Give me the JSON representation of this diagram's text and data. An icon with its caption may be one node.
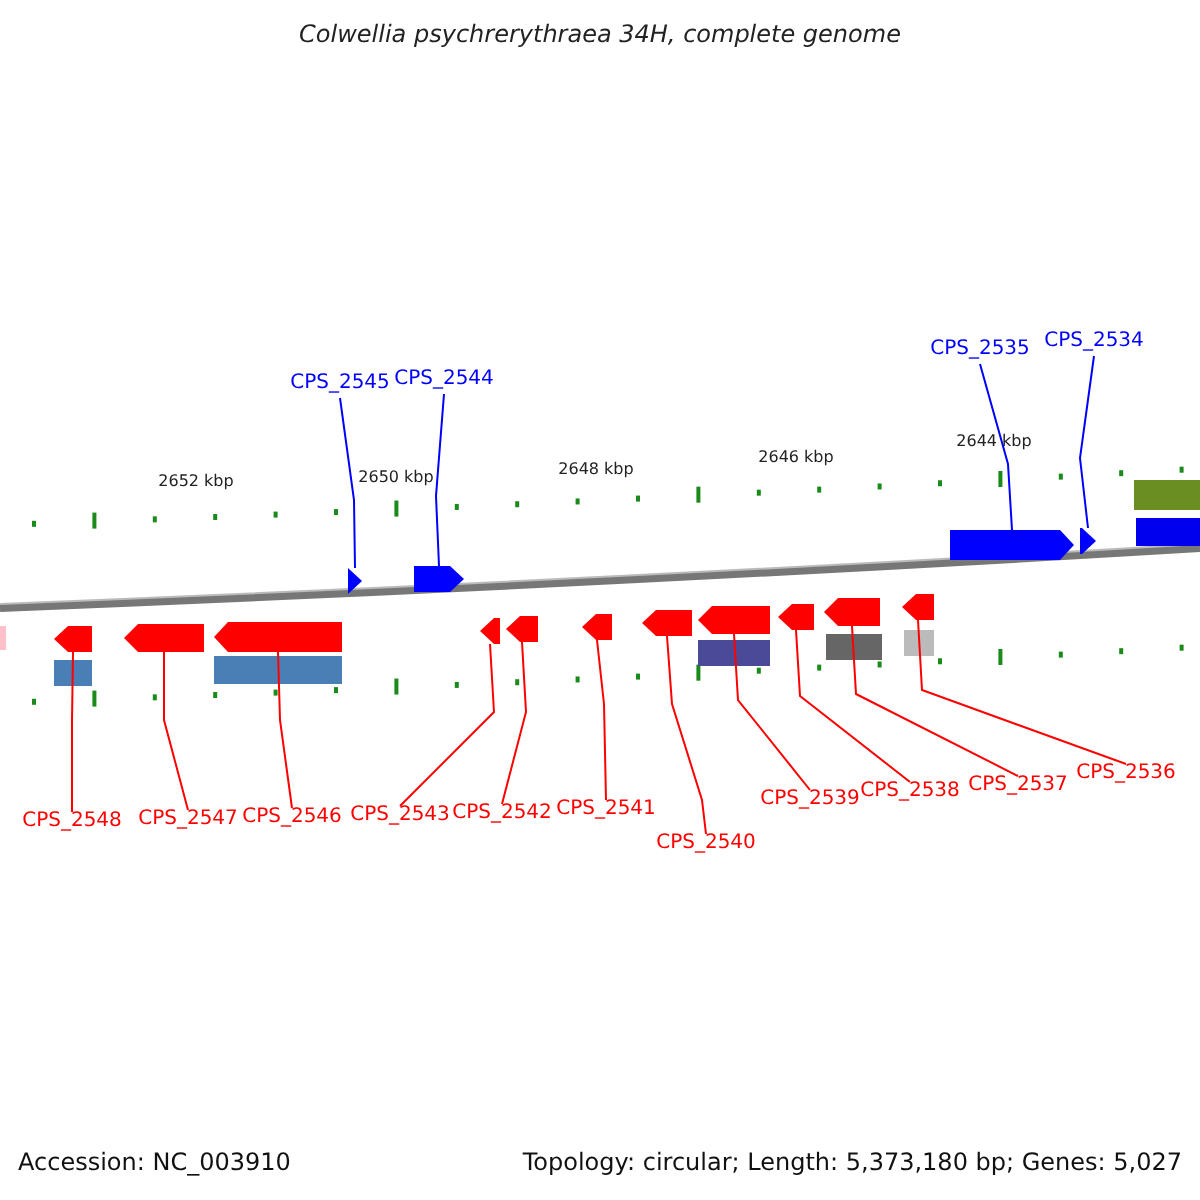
{
  "diagram": {
    "title": "Colwellia psychrerythraea 34H, complete genome",
    "nodes": [
      {
        "text": [
          "CPS_2545"
        ]
      },
      {
        "text": [
          "CPS_2544"
        ]
      },
      {
        "text": [
          "CPS_2535"
        ]
      },
      {
        "text": [
          "CPS_2534"
        ]
      },
      {
        "text": [
          "CPS_2548"
        ]
      },
      {
        "text": [
          "CPS_2547"
        ]
      },
      {
        "text": [
          "CPS_2546"
        ]
      },
      {
        "text": [
          "CPS_2543"
        ]
      },
      {
        "text": [
          "CPS_2542"
        ]
      },
      {
        "text": [
          "CPS_2541"
        ]
      },
      {
        "text": [
          "CPS_2540"
        ]
      },
      {
        "text": [
          "CPS_2539"
        ]
      },
      {
        "text": [
          "CPS_2538"
        ]
      },
      {
        "text": [
          "CPS_2537"
        ]
      },
      {
        "text": [
          "CPS_2536"
        ]
      },
      {
        "text": [],
        "shape": "arrow"
      },
      {
        "text": [],
        "shape": "arrow"
      },
      {
        "text": [],
        "shape": "arrow"
      },
      {
        "text": [],
        "shape": "arrow"
      },
      {
        "text": [],
        "shape": "arrow"
      },
      {
        "text": [],
        "shape": "arrow"
      },
      {
        "text": [],
        "shape": "arrow"
      },
      {
        "text": [],
        "shape": "arrow"
      },
      {
        "text": [],
        "shape": "arrow"
      },
      {
        "text": [],
        "shape": "arrow"
      },
      {
        "text": [],
        "shape": "arrow"
      },
      {
        "text": [],
        "shape": "arrow"
      },
      {
        "text": [],
        "shape": "arrow"
      },
      {
        "text": [],
        "shape": "arrow"
      },
      {
        "text": [],
        "shape": "arrow"
      }
    ],
    "edges": [
      {
        "from": 0,
        "to": 15,
        "arrow": "none",
        "color": "#0000ff"
      },
      {
        "from": 1,
        "to": 16,
        "arrow": "none",
        "color": "#0000ff"
      },
      {
        "from": 2,
        "to": 17,
        "arrow": "none",
        "color": "#0000ff"
      },
      {
        "from": 3,
        "to": 18,
        "arrow": "none",
        "color": "#0000ff"
      },
      {
        "from": 4,
        "to": 19,
        "arrow": "none"
      },
      {
        "from": 5,
        "to": 20,
        "arrow": "none"
      },
      {
        "from": 6,
        "to": 21,
        "arrow": "none"
      },
      {
        "from": 7,
        "to": 22,
        "arrow": "none"
      },
      {
        "from": 8,
        "to": 23,
        "arrow": "none"
      },
      {
        "from": 9,
        "to": 24,
        "arrow": "none"
      },
      {
        "from": 10,
        "to": 25,
        "arrow": "none"
      },
      {
        "from": 11,
        "to": 26,
        "arrow": "none"
      },
      {
        "from": 12,
        "to": 27,
        "arrow": "none"
      },
      {
        "from": 13,
        "to": 28,
        "arrow": "none"
      },
      {
        "from": 14,
        "to": 29,
        "arrow": "none"
      }
    ],
    "labels": [
      "2652 kbp",
      "2650 kbp",
      "2648 kbp",
      "2646 kbp",
      "2644 kbp",
      "Accession: NC_003910",
      "Topology: circular; Length: 5,373,180 bp; Genes: 5,027"
    ]
  }
}
